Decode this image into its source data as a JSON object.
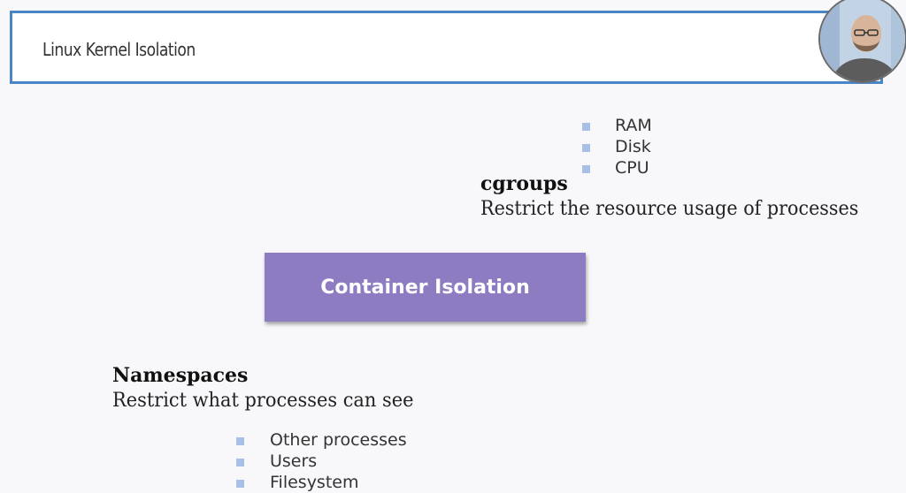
{
  "header": {
    "title": "Linux Kernel Isolation"
  },
  "cgroups": {
    "heading": "cgroups",
    "description": "Restrict the resource usage of processes",
    "items": [
      "RAM",
      "Disk",
      "CPU"
    ]
  },
  "center": {
    "label": "Container Isolation"
  },
  "namespaces": {
    "heading": "Namespaces",
    "description": "Restrict what processes can see",
    "items": [
      "Other processes",
      "Users",
      "Filesystem"
    ]
  },
  "colors": {
    "title_border": "#4a86c5",
    "center_box": "#8e7cc3",
    "bullet": "#a8c0e8"
  },
  "icons": {
    "bullet": "square-bullet-icon",
    "presenter": "presenter-webcam"
  }
}
